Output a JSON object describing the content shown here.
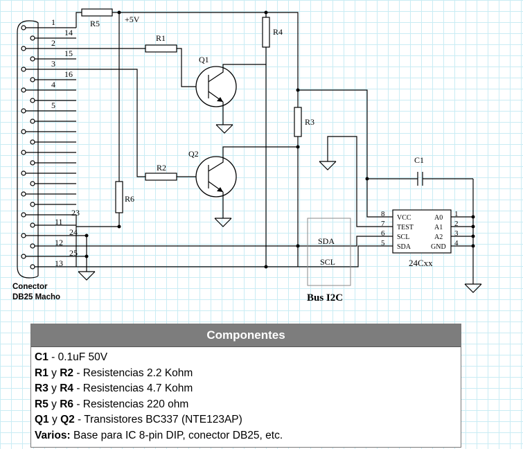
{
  "schematic": {
    "connector_label_line1": "Conector",
    "connector_label_line2": "DB25 Macho",
    "pin_labels": [
      "1",
      "14",
      "2",
      "15",
      "3",
      "16",
      "4",
      "5",
      "23",
      "11",
      "24",
      "12",
      "25",
      "13"
    ],
    "resistor_labels": [
      "R1",
      "R2",
      "R3",
      "R4",
      "R5",
      "R6"
    ],
    "transistor_labels": [
      "Q1",
      "Q2"
    ],
    "capacitor_label": "C1",
    "vcc_label": "+5V",
    "bus_label": "Bus I2C",
    "sda_label": "SDA",
    "scl_label": "SCL",
    "chip": {
      "name": "24Cxx",
      "left_pin_numbers": [
        "8",
        "7",
        "6",
        "5"
      ],
      "left_pin_names": [
        "VCC",
        "TEST",
        "SCL",
        "SDA"
      ],
      "right_pin_names": [
        "A0",
        "A1",
        "A2",
        "GND"
      ],
      "right_pin_numbers": [
        "1",
        "2",
        "3",
        "4"
      ]
    }
  },
  "components": {
    "title": "Componentes",
    "rows": [
      {
        "parts": [
          {
            "t": "C1",
            "b": true
          },
          {
            "t": " - 0.1uF 50V",
            "b": false
          }
        ]
      },
      {
        "parts": [
          {
            "t": "R1",
            "b": true
          },
          {
            "t": " y ",
            "b": false
          },
          {
            "t": "R2",
            "b": true
          },
          {
            "t": " - Resistencias 2.2 Kohm",
            "b": false
          }
        ]
      },
      {
        "parts": [
          {
            "t": "R3",
            "b": true
          },
          {
            "t": " y ",
            "b": false
          },
          {
            "t": "R4",
            "b": true
          },
          {
            "t": " - Resistencias 4.7 Kohm",
            "b": false
          }
        ]
      },
      {
        "parts": [
          {
            "t": "R5",
            "b": true
          },
          {
            "t": " y ",
            "b": false
          },
          {
            "t": "R6",
            "b": true
          },
          {
            "t": " - Resistencias 220 ohm",
            "b": false
          }
        ]
      },
      {
        "parts": [
          {
            "t": "Q1",
            "b": true
          },
          {
            "t": " y ",
            "b": false
          },
          {
            "t": "Q2",
            "b": true
          },
          {
            "t": " - Transistores BC337 (NTE123AP)",
            "b": false
          }
        ]
      },
      {
        "parts": [
          {
            "t": "Varios:",
            "b": true
          },
          {
            "t": " Base para IC 8-pin DIP, conector DB25, etc.",
            "b": false
          }
        ]
      }
    ]
  }
}
